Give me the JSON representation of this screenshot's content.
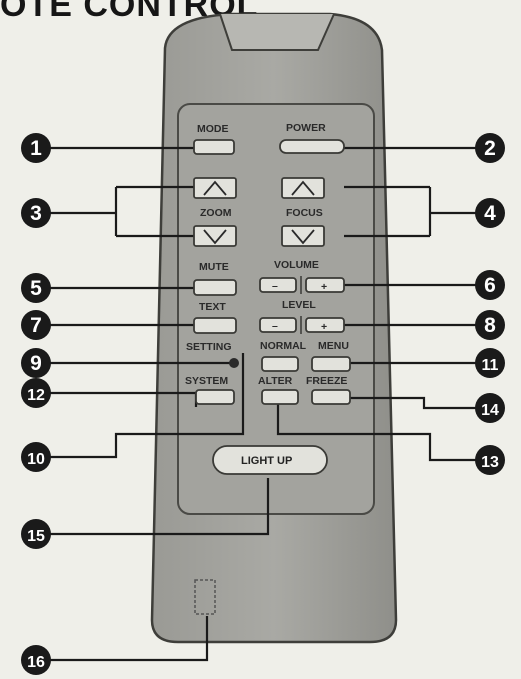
{
  "header": {
    "title": "OTE CONTROL"
  },
  "remote": {
    "labels": {
      "mode": "MODE",
      "power": "POWER",
      "zoom": "ZOOM",
      "focus": "FOCUS",
      "mute": "MUTE",
      "volume": "VOLUME",
      "text": "TEXT",
      "level": "LEVEL",
      "setting": "SETTING",
      "normal": "NORMAL",
      "menu": "MENU",
      "system": "SYSTEM",
      "alter": "ALTER",
      "freeze": "FREEZE",
      "light_up": "LIGHT UP",
      "minus": "–",
      "plus": "+"
    }
  },
  "callouts": [
    "1",
    "2",
    "3",
    "4",
    "5",
    "6",
    "7",
    "8",
    "9",
    "10",
    "11",
    "12",
    "13",
    "14",
    "15",
    "16"
  ]
}
